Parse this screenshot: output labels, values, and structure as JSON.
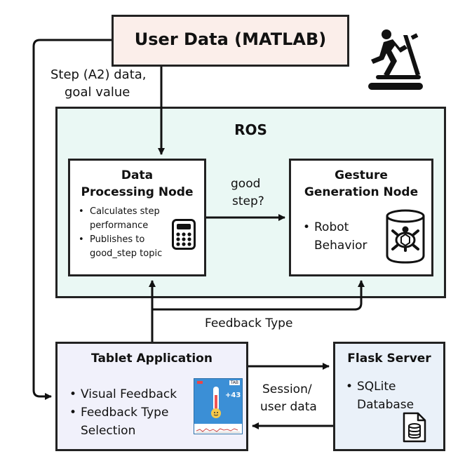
{
  "user_data": {
    "title": "User Data (MATLAB)"
  },
  "labels": {
    "step_data_line1": "Step (A2) data,",
    "step_data_line2": "goal value",
    "good_step_line1": "good",
    "good_step_line2": "step?",
    "feedback_type": "Feedback Type",
    "session_line1": "Session/",
    "session_line2": "user data"
  },
  "ros": {
    "title": "ROS"
  },
  "data_processing_node": {
    "title_line1": "Data",
    "title_line2": "Processing Node",
    "bullets": [
      {
        "line1": "Calculates step",
        "line2": "performance"
      },
      {
        "line1": "Publishes to",
        "line2": "good_step topic"
      }
    ]
  },
  "gesture_node": {
    "title_line1": "Gesture",
    "title_line2": "Generation Node",
    "bullet_line1": "Robot",
    "bullet_line2": "Behavior"
  },
  "tablet_app": {
    "title": "Tablet Application",
    "bullets": [
      {
        "line1": "Visual Feedback",
        "line2": ""
      },
      {
        "line1": "Feedback Type",
        "line2": "Selection"
      }
    ],
    "screen_score": "+43",
    "screen_badge": "TAB"
  },
  "flask_server": {
    "title": "Flask Server",
    "bullet_line1": "SQLite",
    "bullet_line2": "Database"
  },
  "colors": {
    "user_data_fill": "#fbeeea",
    "ros_fill": "#eaf8f4",
    "tablet_fill": "#f1f1fb",
    "flask_fill": "#eaf1f9",
    "line": "#111111",
    "screen_blue": "#3b8fd6"
  },
  "icons": [
    "treadmill-icon",
    "calculator-icon",
    "turtle-database-icon",
    "tablet-screen-icon",
    "database-file-icon"
  ]
}
